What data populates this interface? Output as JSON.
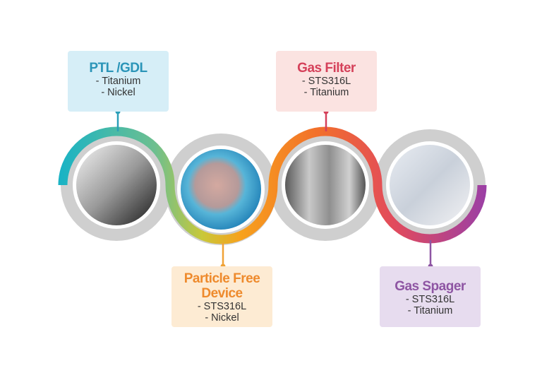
{
  "items": [
    {
      "title": "PTL /GDL",
      "materials": [
        "- Titanium",
        "- Nickel"
      ],
      "color": "#2b95b8",
      "image": "stacked-metal-sheets"
    },
    {
      "title": "Particle Free Device",
      "materials": [
        "- STS316L",
        "- Nickel"
      ],
      "color": "#ee8a2c",
      "image": "silicon-wafer"
    },
    {
      "title": "Gas Filter",
      "materials": [
        "- STS316L",
        "- Titanium"
      ],
      "color": "#d5415a",
      "image": "metal-mesh-filters"
    },
    {
      "title": "Gas Spager",
      "materials": [
        "- STS316L",
        "- Titanium"
      ],
      "color": "#8e55a3",
      "image": "lab-equipment"
    }
  ]
}
